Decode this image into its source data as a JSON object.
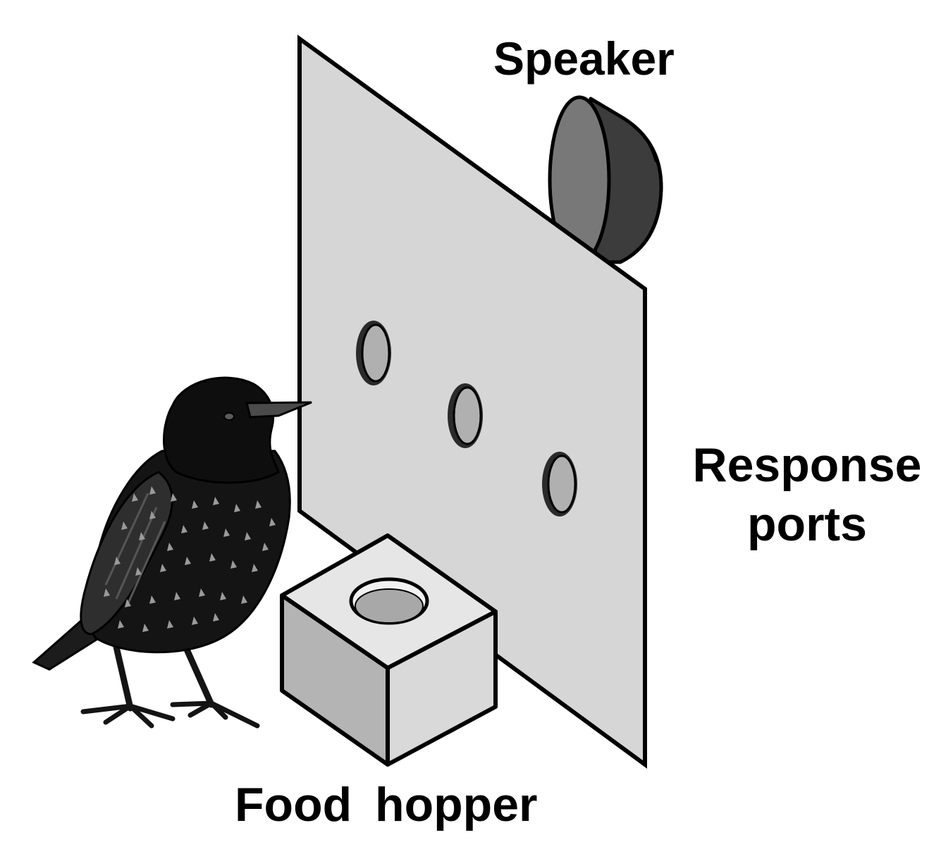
{
  "labels": {
    "speaker": "Speaker",
    "response_ports_line1": "Response",
    "response_ports_line2": "ports",
    "food_hopper": "Food hopper"
  },
  "colors": {
    "panel_fill": "#d6d6d6",
    "port_fill": "#b0b0b0",
    "speaker_face": "#787878",
    "speaker_body": "#3c3c3c",
    "hopper_top": "#e6e6e6",
    "hopper_left": "#b4b4b4",
    "hopper_right": "#d9d9d9",
    "hopper_hole": "#a8a8a8",
    "bird_body": "#141414",
    "bird_spots": "#9a9a9a",
    "outline": "#000000"
  },
  "icons": {
    "bird": "starling-icon",
    "speaker": "speaker-icon",
    "hopper": "food-hopper-icon"
  },
  "response_port_count": 3
}
